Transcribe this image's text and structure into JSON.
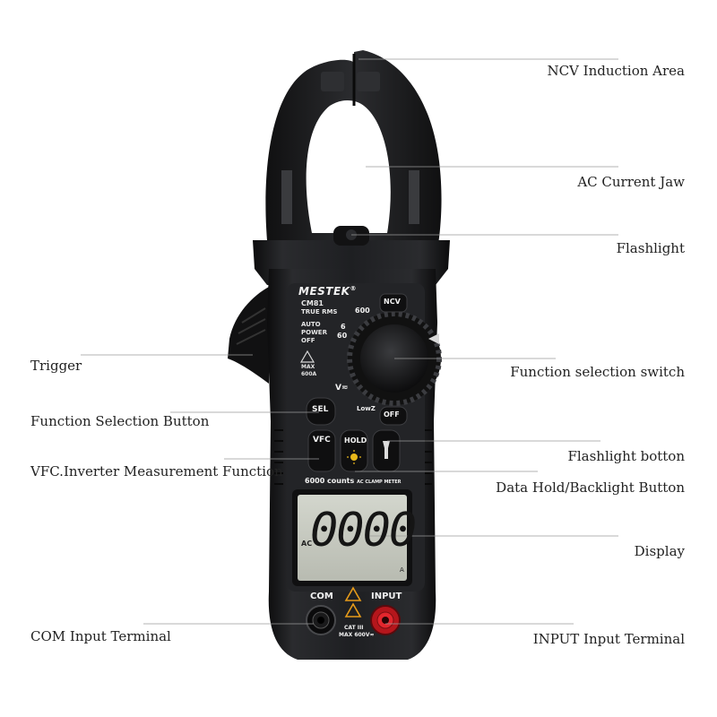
{
  "labels_right": [
    {
      "id": "ncv",
      "text": "NCV  Induction Area"
    },
    {
      "id": "ac-jaw",
      "text": "AC Current Jaw"
    },
    {
      "id": "flashlight",
      "text": "Flashlight"
    },
    {
      "id": "function-switch",
      "text": "Function selection switch"
    },
    {
      "id": "flashlight-button",
      "text": "Flashlight botton"
    },
    {
      "id": "hold-backlight",
      "text": "Data Hold/Backlight Button"
    },
    {
      "id": "display",
      "text": "Display"
    },
    {
      "id": "input-terminal",
      "text": "INPUT Input Terminal"
    }
  ],
  "labels_left": [
    {
      "id": "trigger",
      "text": "Trigger"
    },
    {
      "id": "sel-button",
      "text": "Function Selection Button"
    },
    {
      "id": "vfc",
      "text": "VFC.Inverter Measurement Function"
    },
    {
      "id": "com-terminal",
      "text": "COM Input Terminal"
    }
  ],
  "device": {
    "brand": "MESTEK",
    "registered": "®",
    "model": "CM81",
    "true_rms": "TRUE RMS",
    "auto_power_1": "AUTO",
    "auto_power_2": "POWER",
    "auto_power_3": "OFF",
    "max_1": "MAX",
    "max_2": "600A",
    "dial_ncv": "NCV",
    "dial_600": "600",
    "dial_6": "6",
    "dial_60": "60",
    "dial_v": "V≂",
    "dial_lowz": "LowZ",
    "dial_off": "OFF",
    "btn_sel": "SEL",
    "btn_vfc": "VFC",
    "btn_hold": "HOLD",
    "counts": "6000 counts",
    "clamp_meter": "AC CLAMP METER",
    "lcd_digits": "0000",
    "lcd_ac": "AC",
    "lcd_unit": "A",
    "com": "COM",
    "input": "INPUT",
    "cat": "CAT III",
    "max_v": "MAX 600V≂"
  },
  "colors": {
    "body": "#1d1d1f",
    "body_dark": "#0e0e10",
    "panel": "#26272a",
    "lcd": "#c9ccc3",
    "accent_red": "#d81e24",
    "warn": "#e59a1a",
    "leader": "#9a9a9a"
  }
}
